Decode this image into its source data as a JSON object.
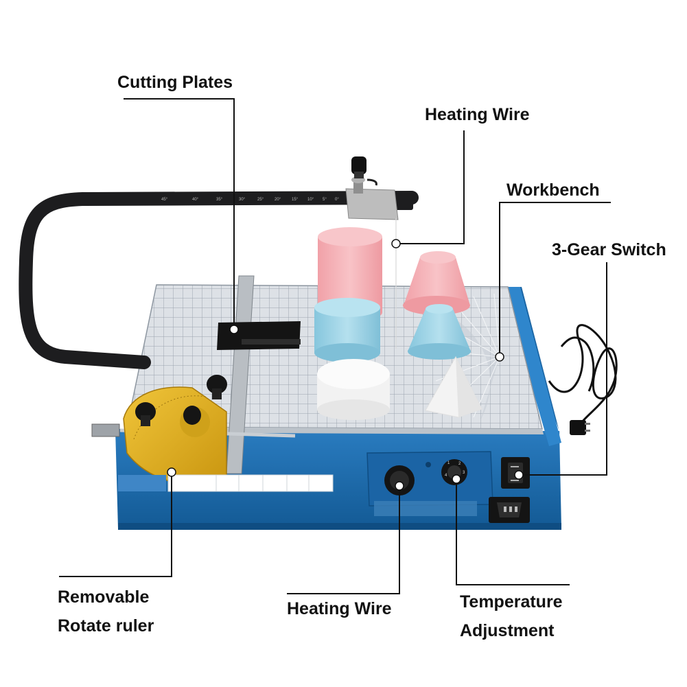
{
  "callouts": {
    "cutting_plates": "Cutting Plates",
    "heating_wire_top": "Heating Wire",
    "workbench": "Workbench",
    "gear_switch": "3-Gear Switch",
    "rotate_ruler_line1": "Removable",
    "rotate_ruler_line2": "Rotate ruler",
    "heating_wire_bottom": "Heating Wire",
    "temperature_line1": "Temperature",
    "temperature_line2": "Adjustment"
  },
  "colors": {
    "body_blue": "#1f6fb3",
    "body_blue_dark": "#135a95",
    "table_gray": "#d9dde2",
    "grid_line": "#9aa3ad",
    "arm_black": "#1d1d1f",
    "gauge_yellow": "#e2b21c",
    "foam_pink": "#f4adb2",
    "foam_blue": "#9fd3e6",
    "foam_white": "#f7f7f7",
    "callout_line": "#111111"
  },
  "icons": {
    "power_inlet": "power-socket-icon",
    "switch": "rocker-switch-icon"
  }
}
